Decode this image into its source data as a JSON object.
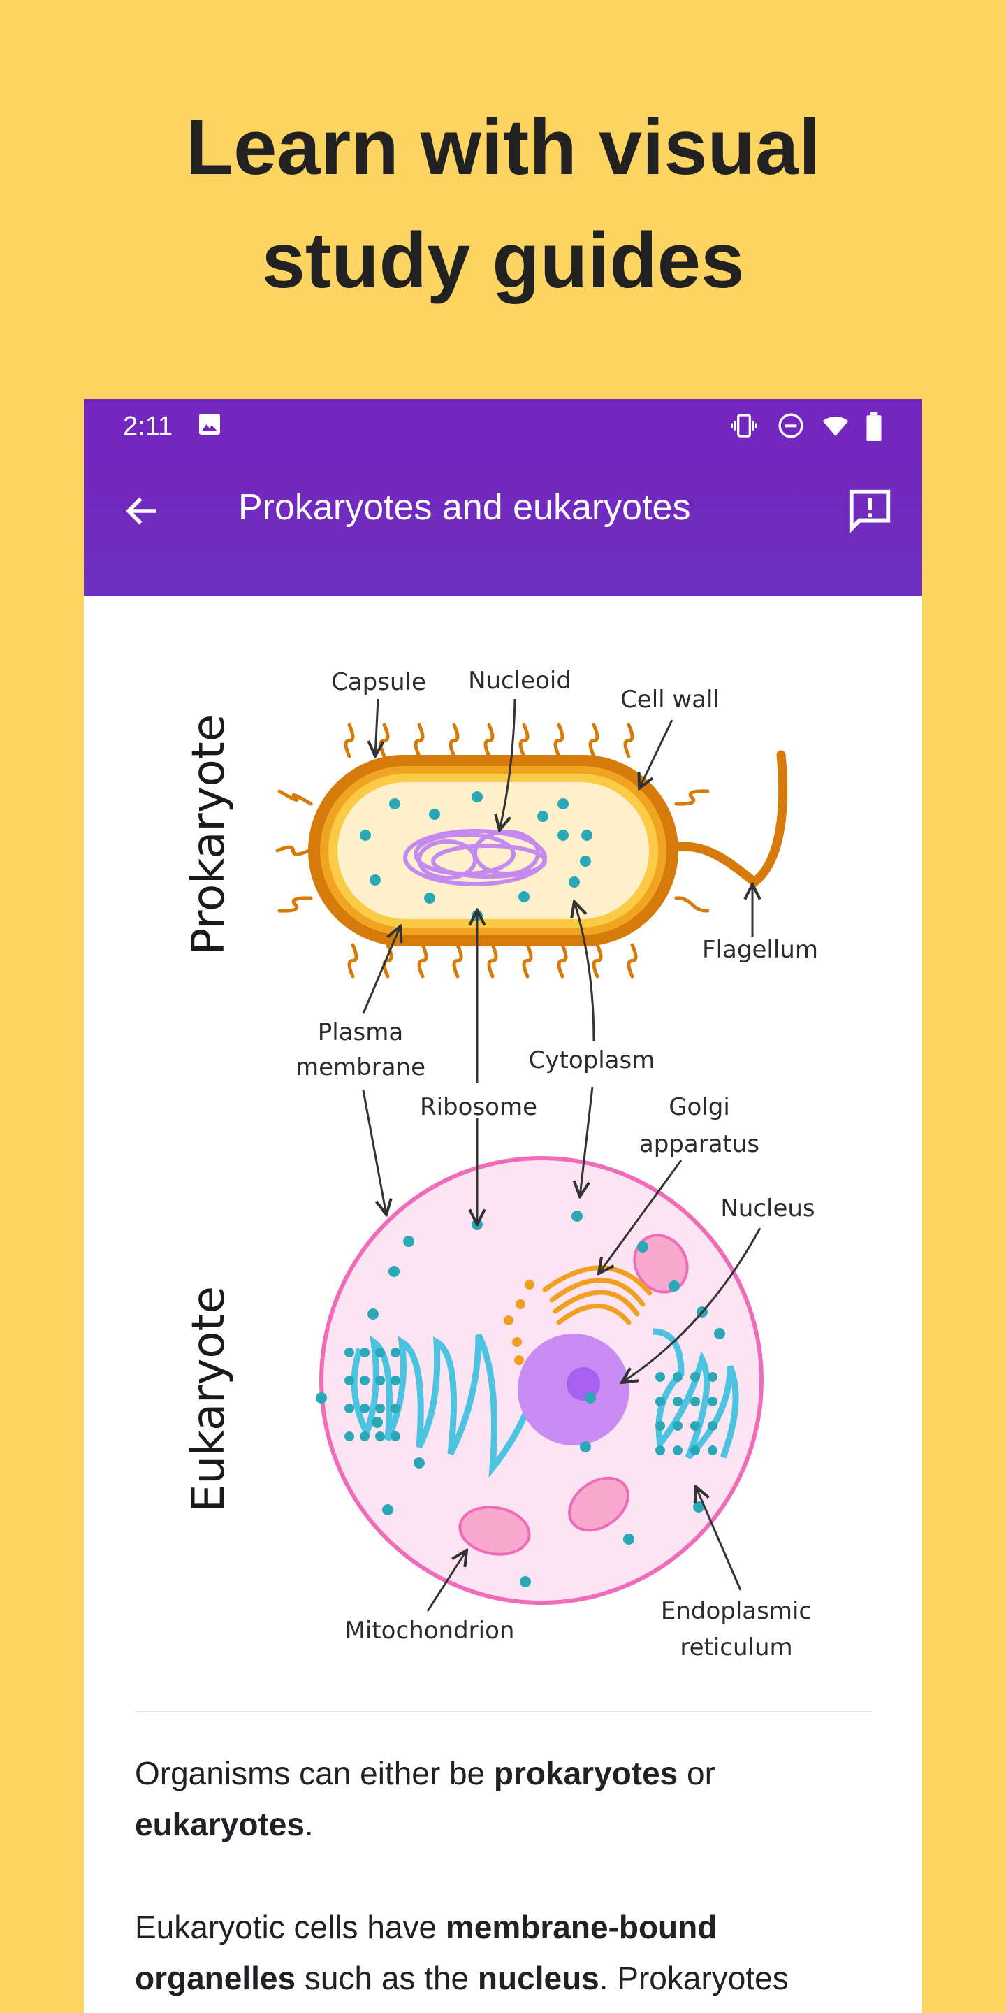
{
  "promo": {
    "headline_line1": "Learn with visual",
    "headline_line2": "study guides"
  },
  "status_bar": {
    "time": "2:11",
    "icons": [
      "image-icon",
      "vibrate-icon",
      "do-not-disturb-icon",
      "wifi-icon",
      "battery-icon"
    ]
  },
  "app_bar": {
    "title": "Prokaryotes and eukaryotes",
    "back_icon": "arrow-back-icon",
    "action_icon": "report-feedback-icon"
  },
  "diagram": {
    "prokaryote_title": "Prokaryote",
    "eukaryote_title": "Eukaryote",
    "labels": {
      "capsule": "Capsule",
      "nucleoid": "Nucleoid",
      "cell_wall": "Cell wall",
      "flagellum": "Flagellum",
      "plasma_membrane_1": "Plasma",
      "plasma_membrane_2": "membrane",
      "cytoplasm": "Cytoplasm",
      "ribosome": "Ribosome",
      "golgi_1": "Golgi",
      "golgi_2": "apparatus",
      "nucleus": "Nucleus",
      "mitochondrion": "Mitochondrion",
      "er_1": "Endoplasmic",
      "er_2": "reticulum"
    }
  },
  "content": {
    "p1": {
      "t1": "Organisms can either be ",
      "b1": "prokaryotes",
      "t2": " or ",
      "b2": "eukaryotes",
      "t3": "."
    },
    "p2": {
      "t1": "Eukaryotic cells have ",
      "b1": "membrane-bound organelles",
      "t2": " such as the ",
      "b2": "nucleus",
      "t3": ". Prokaryotes"
    }
  },
  "colors": {
    "background": "#FBD462",
    "app_bar": "#7427BE",
    "ribosome": "#2BA8B8",
    "membrane": "#F06BB8"
  }
}
